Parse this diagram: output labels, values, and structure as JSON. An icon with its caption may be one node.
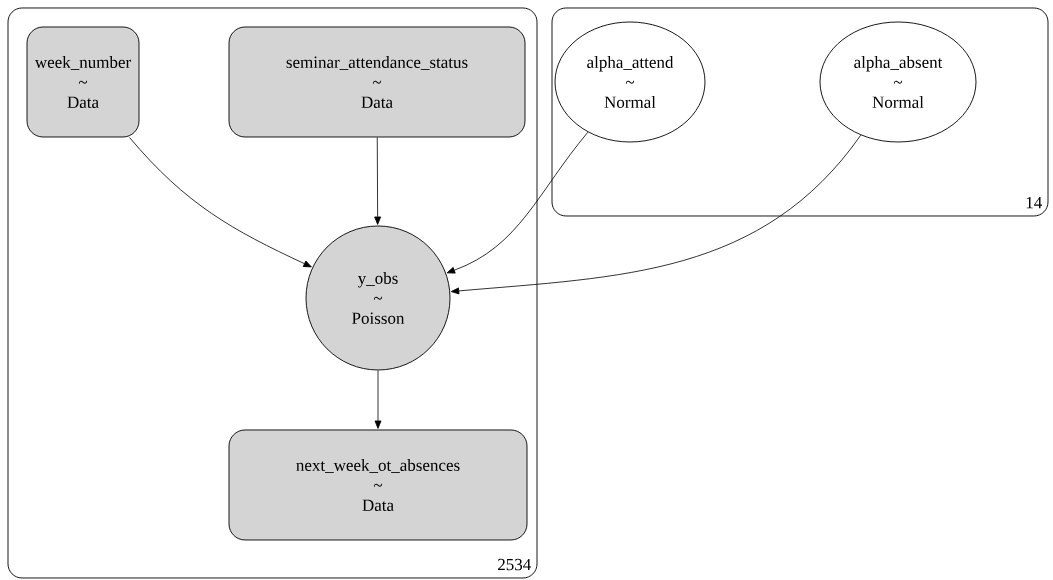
{
  "diagram": {
    "nodes": [
      {
        "text": [
          "2534"
        ]
      },
      {
        "text": [
          "week_number",
          "~",
          "Data"
        ],
        "in": 0
      },
      {
        "text": [
          "seminar_attendance_status",
          "~",
          "Data"
        ],
        "in": 0
      },
      {
        "text": [
          "14"
        ]
      },
      {
        "text": [
          "alpha_attend",
          "~",
          "Normal"
        ],
        "in": 3
      },
      {
        "text": [
          "alpha_absent",
          "~",
          "Normal"
        ],
        "in": 3
      },
      {
        "text": [
          "y_obs",
          "~",
          "Poisson"
        ],
        "in": 0
      },
      {
        "text": [
          "next_week_ot_absences",
          "~",
          "Data"
        ],
        "in": 0
      }
    ],
    "edges": [
      {
        "from": 1,
        "to": 6,
        "arrow": "to"
      },
      {
        "from": 2,
        "to": 6,
        "arrow": "to"
      },
      {
        "from": 4,
        "to": 6,
        "arrow": "to"
      },
      {
        "from": 5,
        "to": 6,
        "arrow": "to"
      },
      {
        "from": 6,
        "to": 7,
        "arrow": "to"
      }
    ]
  }
}
